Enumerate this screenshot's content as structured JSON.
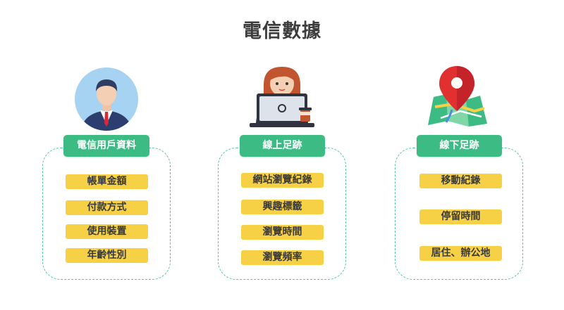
{
  "title": "電信數據",
  "columns": [
    {
      "header": "電信用戶資料",
      "items": [
        "帳單金額",
        "付款方式",
        "使用裝置",
        "年齡性別"
      ]
    },
    {
      "header": "線上足跡",
      "items": [
        "網站瀏覽紀錄",
        "興趣標籤",
        "瀏覽時間",
        "瀏覽頻率"
      ]
    },
    {
      "header": "線下足跡",
      "items": [
        "移動紀錄",
        "停留時間",
        "居住、辦公地"
      ]
    }
  ],
  "colors": {
    "header_green": "#3dbb84",
    "dash_green": "#58c79a",
    "pill_yellow": "#f6d146",
    "title_text": "#3d3d3d"
  },
  "icons": [
    "businessman-avatar-icon",
    "person-with-laptop-icon",
    "map-location-pin-icon"
  ]
}
